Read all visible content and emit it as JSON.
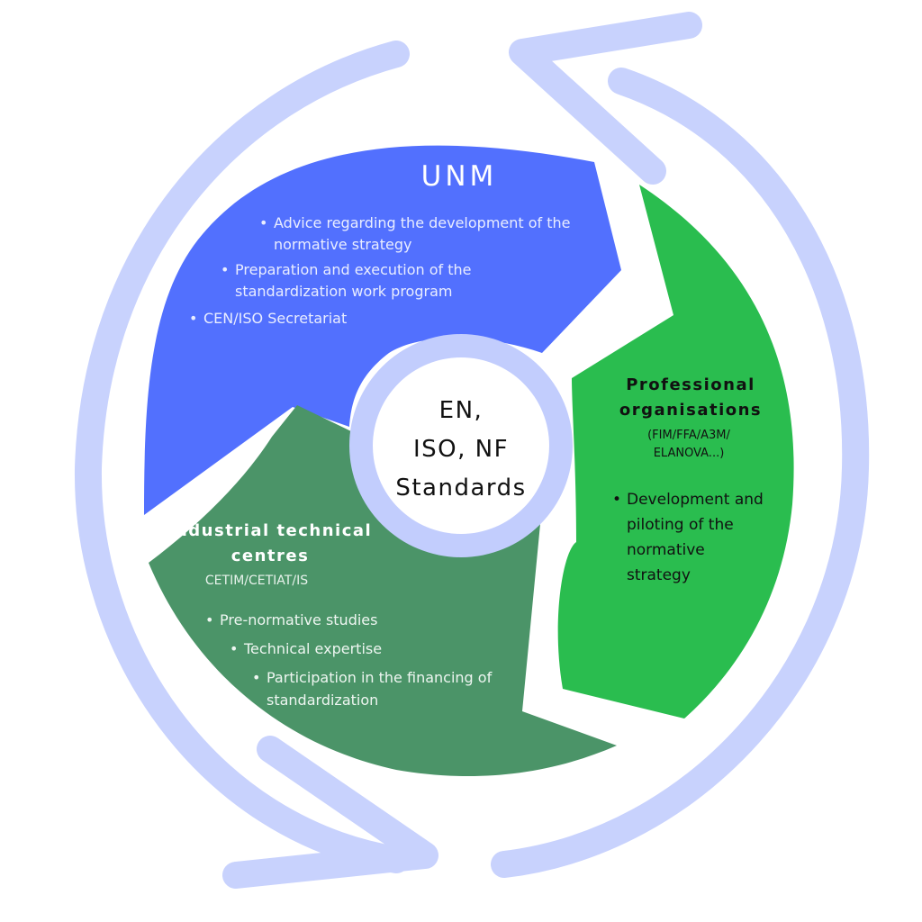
{
  "center": {
    "label": "EN,\nISO, NF\nStandards"
  },
  "segments": {
    "unm": {
      "title": "UNM",
      "color": "#5270fe",
      "items": [
        "Advice regarding the development of the normative strategy",
        "Preparation and execution of the standardization work program",
        "CEN/ISO Secretariat"
      ]
    },
    "professional": {
      "title": "Professional organisations",
      "subtitle": "(FIM/FFA/A3M/ ELANOVA...)",
      "color": "#2abd4f",
      "items": [
        "Development and piloting of the normative strategy"
      ]
    },
    "industrial": {
      "title": "Industrial technical centres",
      "subtitle": "CETIM/CETIAT/IS",
      "color": "#4b9468",
      "items": [
        "Pre-normative studies",
        "Technical expertise",
        "Participation in the financing of standardization"
      ]
    }
  },
  "colors": {
    "arrows": "#c8d2fd",
    "center_ring": "#c2cdfd"
  }
}
